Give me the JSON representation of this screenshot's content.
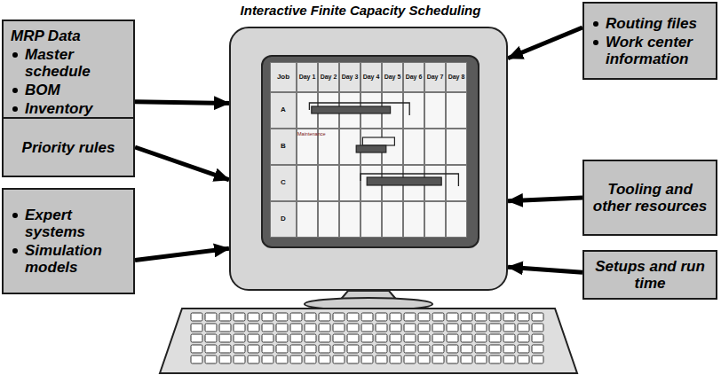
{
  "diagram": {
    "title": "Interactive Finite Capacity Scheduling",
    "nodes": [
      {
        "text": [
          "MRP Data",
          "Master schedule",
          "BOM",
          "Inventory"
        ]
      },
      {
        "text": [
          "Routing files",
          "Work center information"
        ]
      },
      {
        "text": [
          "Priority rules"
        ]
      },
      {
        "text": [
          "Tooling and other resources"
        ]
      },
      {
        "text": [
          "Expert systems",
          "Simulation models"
        ]
      },
      {
        "text": [
          "Setups and run time"
        ]
      },
      {
        "text": [
          "Job",
          "Day 1",
          "Day 2",
          "Day 3",
          "Day 4",
          "Day 5",
          "Day 6",
          "Day 7",
          "Day 8",
          "A",
          "B",
          "Maintenance",
          "C",
          "D"
        ]
      }
    ],
    "edges": [
      {
        "from": 0,
        "to": 6,
        "arrow": "to"
      },
      {
        "from": 1,
        "to": 6,
        "arrow": "to"
      },
      {
        "from": 2,
        "to": 6,
        "arrow": "to"
      },
      {
        "from": 3,
        "to": 6,
        "arrow": "to"
      },
      {
        "from": 4,
        "to": 6,
        "arrow": "to"
      },
      {
        "from": 5,
        "to": 6,
        "arrow": "to"
      }
    ]
  }
}
